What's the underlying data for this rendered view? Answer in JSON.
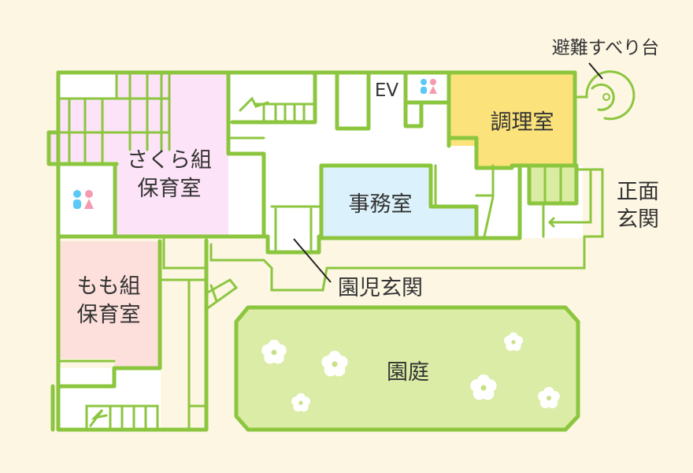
{
  "title": "園内フロアマップ",
  "colors": {
    "background": "#fdf6e3",
    "wall": "#8cc63f",
    "sakura_room": "#fde3f7",
    "momo_room": "#fde0dc",
    "kitchen": "#fbe27a",
    "office": "#dbf1fb",
    "garden": "#daeca5",
    "entrance_shoe": "#d9eca2",
    "corridor": "#ffffff",
    "toilet_male": "#5bc8f5",
    "toilet_female": "#f59ab0",
    "text": "#333333"
  },
  "rooms": {
    "sakura": {
      "line1": "さくら組",
      "line2": "保育室"
    },
    "momo": {
      "line1": "もも組",
      "line2": "保育室"
    },
    "office": {
      "label": "事務室"
    },
    "kitchen": {
      "label": "調理室"
    },
    "garden": {
      "label": "園庭"
    },
    "elevator": {
      "label": "EV"
    }
  },
  "callouts": {
    "slide": "避難すべり台",
    "front_entrance_line1": "正面",
    "front_entrance_line2": "玄関",
    "kids_entrance": "園児玄関"
  },
  "icons": [
    "toilet-icon",
    "toilet-icon",
    "flower-icon",
    "spiral-slide-icon",
    "stairs-icon"
  ]
}
